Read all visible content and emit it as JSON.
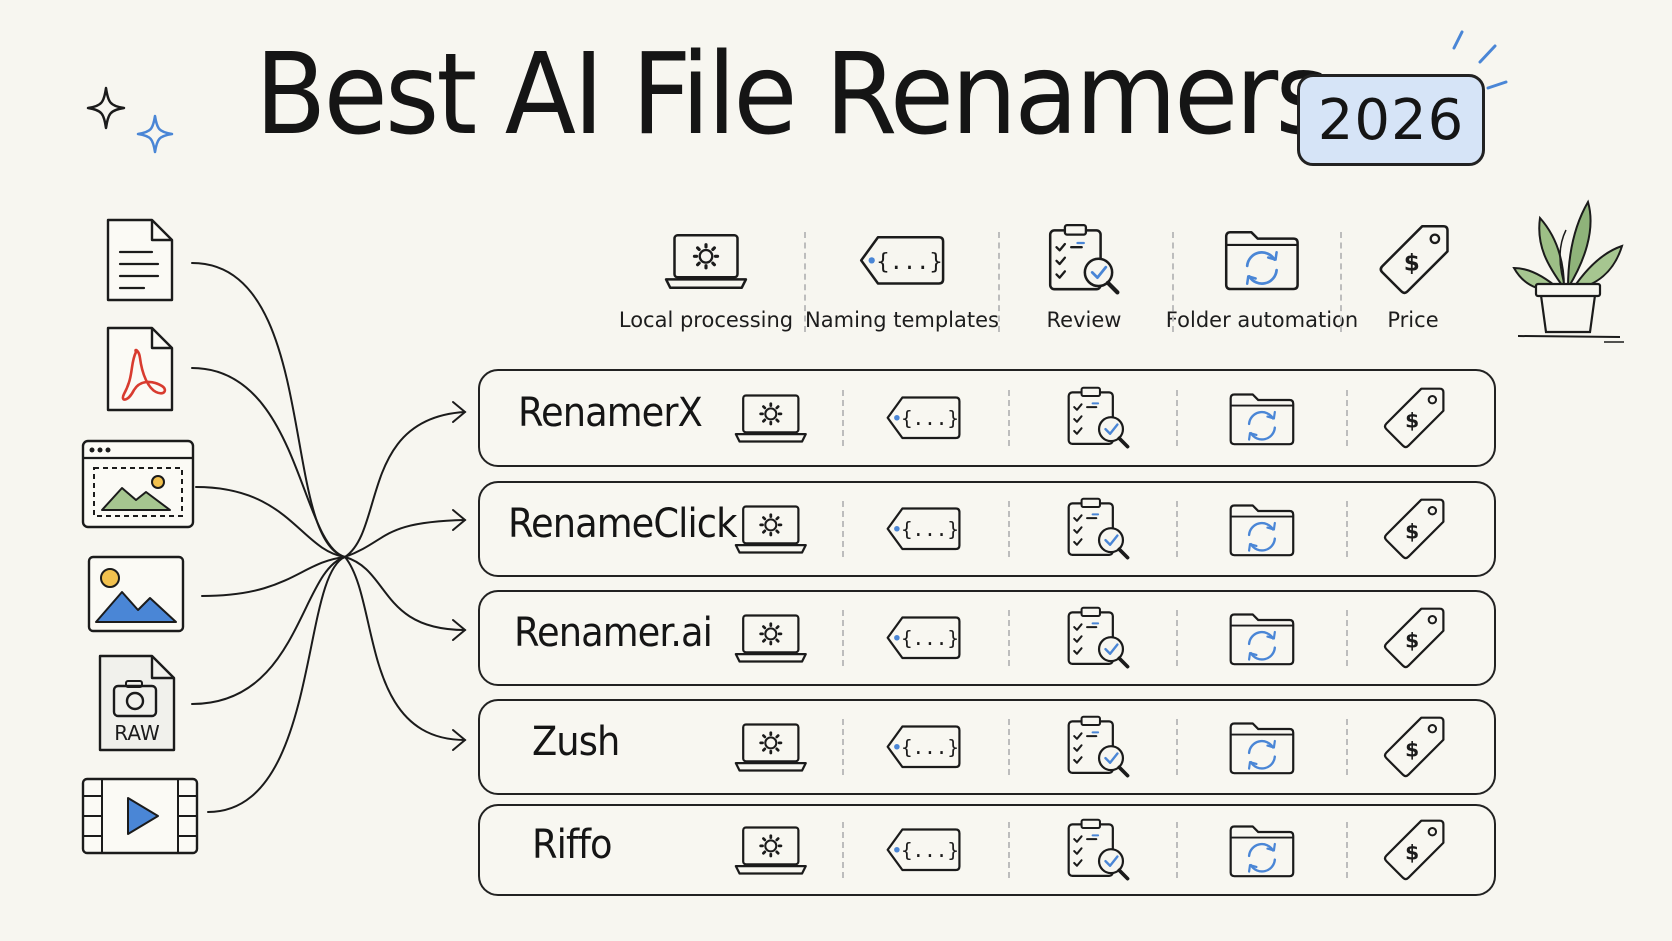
{
  "title": "Best AI File Renamers",
  "year_badge": "2026",
  "columns": [
    {
      "label": "Local processing",
      "icon": "laptop-gear-icon"
    },
    {
      "label": "Naming templates",
      "icon": "template-tag-icon"
    },
    {
      "label": "Review",
      "icon": "clipboard-magnifier-icon"
    },
    {
      "label": "Folder automation",
      "icon": "folder-sync-icon"
    },
    {
      "label": "Price",
      "icon": "price-tag-icon"
    }
  ],
  "rows": [
    {
      "name": "RenamerX"
    },
    {
      "name": "RenameClick"
    },
    {
      "name": "Renamer.ai"
    },
    {
      "name": "Zush"
    },
    {
      "name": "Riffo"
    }
  ],
  "file_types": [
    {
      "icon": "text-document-icon"
    },
    {
      "icon": "pdf-file-icon"
    },
    {
      "icon": "screenshot-icon"
    },
    {
      "icon": "image-file-icon"
    },
    {
      "icon": "raw-photo-icon",
      "label": "RAW"
    },
    {
      "icon": "video-file-icon"
    }
  ],
  "colors": {
    "accent_blue": "#4a86d6",
    "badge_fill": "#d6e4f7",
    "plant_green": "#8fb37a",
    "ink": "#1b1b1b"
  }
}
